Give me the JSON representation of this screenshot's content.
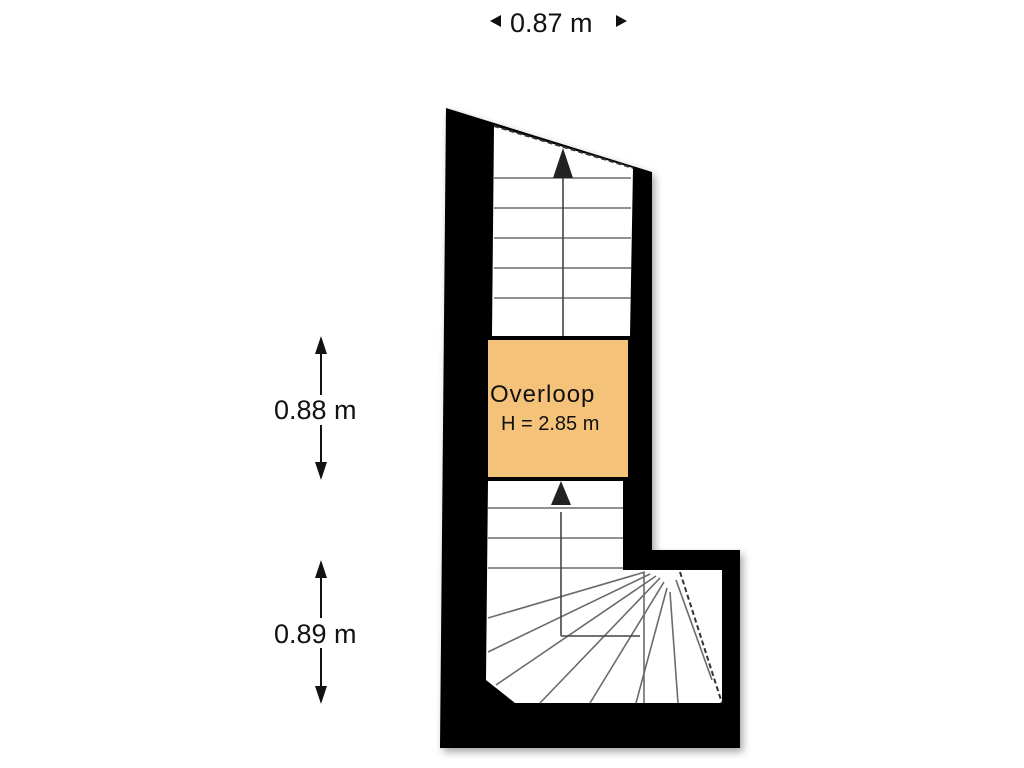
{
  "dimensions": {
    "top_width": "0.87 m",
    "left_upper": "0.88 m",
    "left_lower": "0.89 m"
  },
  "room": {
    "name": "Overloop",
    "height": "H = 2.85 m",
    "fill_color": "#f5c27a"
  },
  "colors": {
    "wall": "#000000",
    "stair_line": "#6b6b6b",
    "floor": "#ffffff"
  },
  "stairs": {
    "upper_flight_direction": "up",
    "lower_flight_direction": "up",
    "lower_flight_type": "winding"
  }
}
